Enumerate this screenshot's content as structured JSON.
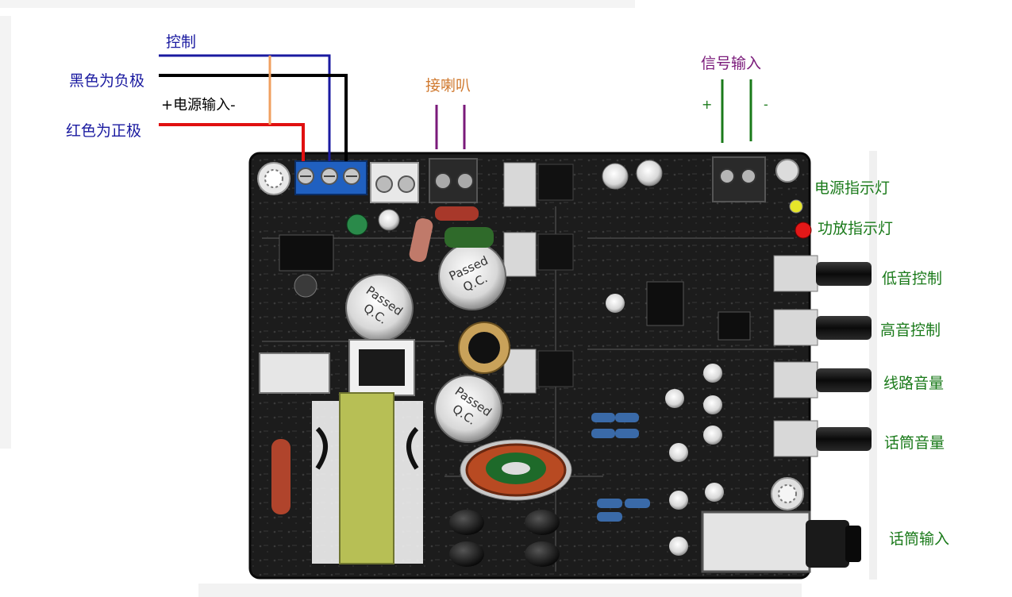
{
  "colors": {
    "control": "#1a1aa0",
    "negative": "#000000",
    "positive": "#e01010",
    "speaker": "#d07a30",
    "signal": "#7a1a7a",
    "green_label": "#1a7a1a",
    "board": "#1b1b1b",
    "connector_blue": "#2060c0"
  },
  "labels": {
    "control": "控制",
    "black_negative": "黑色为负极",
    "power_input": "+电源输入-",
    "red_positive": "红色为正极",
    "speaker": "接喇叭",
    "signal_input": "信号输入",
    "signal_plus": "+",
    "signal_minus": "-",
    "power_led": "电源指示灯",
    "amp_led": "功放指示灯",
    "bass": "低音控制",
    "treble": "高音控制",
    "line_volume": "线路音量",
    "mic_volume": "话筒音量",
    "mic_input": "话筒输入"
  },
  "board_print": {
    "cap_label": "Q.C.\nPassed"
  },
  "icons": [
    "screw-terminal-icon",
    "led-icon",
    "potentiometer-knob-icon",
    "capacitor-icon",
    "transformer-icon",
    "toroid-inductor-icon",
    "audio-jack-icon"
  ]
}
